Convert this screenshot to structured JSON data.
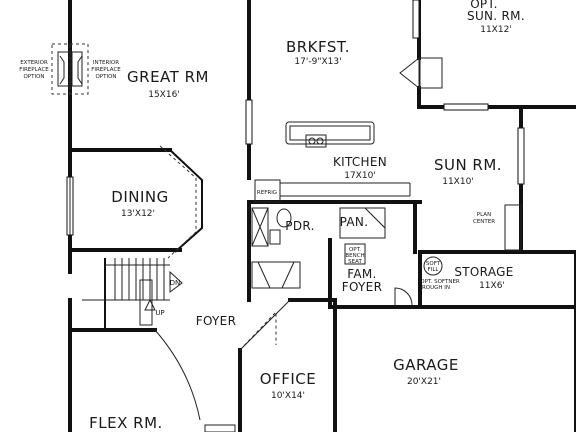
{
  "rooms": {
    "opt_sun_rm": {
      "name": "OPT.\nSUN. RM.",
      "line1": "OPT.",
      "line2": "SUN. RM.",
      "dims": "11X12'"
    },
    "brkfst": {
      "name": "BRKFST.",
      "dims": "17'-9\"X13'"
    },
    "great_rm": {
      "name": "GREAT RM",
      "dims": "15X16'"
    },
    "kitchen": {
      "name": "KITCHEN",
      "dims": "17X10'"
    },
    "sun_rm": {
      "name": "SUN RM.",
      "dims": "11X10'"
    },
    "dining": {
      "name": "DINING",
      "dims": "13'X12'"
    },
    "pdr": {
      "name": "PDR."
    },
    "pan": {
      "name": "PAN."
    },
    "fam_foyer": {
      "line1": "FAM.",
      "line2": "FOYER"
    },
    "storage": {
      "name": "STORAGE",
      "dims": "11X6'"
    },
    "foyer": {
      "name": "FOYER"
    },
    "office": {
      "name": "OFFICE",
      "dims": "10'X14'"
    },
    "garage": {
      "name": "GARAGE",
      "dims": "20'X21'"
    },
    "flex_rm": {
      "name": "FLEX RM."
    }
  },
  "annotations": {
    "exterior_fireplace": [
      "EXTERIOR",
      "FIREPLACE",
      "OPTION"
    ],
    "interior_fireplace": [
      "INTERIOR",
      "FIREPLACE",
      "OPTION"
    ],
    "refrig": "REFRIG",
    "plan_center": [
      "PLAN",
      "CENTER"
    ],
    "soft_fill": [
      "SOFT",
      "FILL"
    ],
    "opt_softener": [
      "OPT. SOFTNER",
      "ROUGH IN"
    ],
    "dn": "DN",
    "up": "UP",
    "opt_bench": [
      "OPT.",
      "BENCH",
      "SEAT"
    ]
  }
}
